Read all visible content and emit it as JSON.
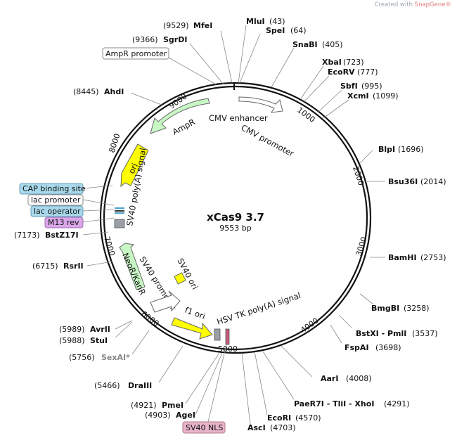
{
  "plasmid": {
    "name": "xCas9 3.7",
    "length": "9553 bp"
  },
  "watermark": {
    "prefix": "Created with ",
    "brand": "SnapGene®"
  },
  "ticks": [
    "1000",
    "2000",
    "3000",
    "4000",
    "5000",
    "6000",
    "7000",
    "8000",
    "9000"
  ],
  "sites": [
    {
      "enzyme": "MfeI",
      "position": "(9529)"
    },
    {
      "enzyme": "MluI",
      "position": "(43)"
    },
    {
      "enzyme": "SpeI",
      "position": "(64)"
    },
    {
      "enzyme": "SgrDI",
      "position": "(9366)"
    },
    {
      "enzyme": "SnaBI",
      "position": "(405)"
    },
    {
      "enzyme": "XbaI",
      "position": "(723)"
    },
    {
      "enzyme": "EcoRV",
      "position": "(777)"
    },
    {
      "enzyme": "SbfI",
      "position": "(995)"
    },
    {
      "enzyme": "XcmI",
      "position": "(1099)"
    },
    {
      "enzyme": "AhdI",
      "position": "(8445)"
    },
    {
      "enzyme": "BlpI",
      "position": "(1696)"
    },
    {
      "enzyme": "Bsu36I",
      "position": "(2014)"
    },
    {
      "enzyme": "BstZ17I",
      "position": "(7173)"
    },
    {
      "enzyme": "RsrII",
      "position": "(6715)"
    },
    {
      "enzyme": "BamHI",
      "position": "(2753)"
    },
    {
      "enzyme": "BmgBI",
      "position": "(3258)"
    },
    {
      "enzyme": "BstXI - PmlI",
      "position": "(3537)"
    },
    {
      "enzyme": "FspAI",
      "position": "(3698)"
    },
    {
      "enzyme": "AvrII",
      "position": "(5989)"
    },
    {
      "enzyme": "StuI",
      "position": "(5988)"
    },
    {
      "enzyme": "SexAI*",
      "position": "(5756)"
    },
    {
      "enzyme": "AarI",
      "position": "(4008)"
    },
    {
      "enzyme": "DraIII",
      "position": "(5466)"
    },
    {
      "enzyme": "PaeR7I - TliI - XhoI",
      "position": "(4291)"
    },
    {
      "enzyme": "PmeI",
      "position": "(4921)"
    },
    {
      "enzyme": "AgeI",
      "position": "(4903)"
    },
    {
      "enzyme": "EcoRI",
      "position": "(4570)"
    },
    {
      "enzyme": "AscI",
      "position": "(4703)"
    }
  ],
  "features": {
    "cmv_enhancer": "CMV enhancer",
    "cmv_promoter": "CMV promoter",
    "ampr": "AmpR",
    "ori": "ori",
    "sv40_polya": "SV40 poly(A) signal",
    "sv40_ori": "SV40 ori",
    "neor": "NeoR/KanR",
    "sv40_promoter": "SV40 promoter",
    "f1_ori": "f1 ori",
    "hsv_tk": "HSV TK poly(A) signal"
  },
  "boxed_labels": {
    "ampr_promoter": "AmpR promoter",
    "cap_binding_site": "CAP binding site",
    "lac_promoter": "lac promoter",
    "lac_operator": "lac operator",
    "m13_rev": "M13 rev",
    "sv40_nls": "SV40 NLS"
  },
  "colors": {
    "backbone": "#111111",
    "ampr": "#c8f7c5",
    "neor": "#c8f7c5",
    "ori": "#ffff00",
    "f1_ori": "#ffff00",
    "sv40_ori": "#ffff00",
    "promoter": "#ffffff",
    "cap_box": "#a8d8ea",
    "lac_operator_box": "#a8d8ea",
    "m13_box": "#d9a6e8",
    "sv40_nls_box": "#e8b4c8",
    "grey_feature": "#9a9fa6"
  }
}
